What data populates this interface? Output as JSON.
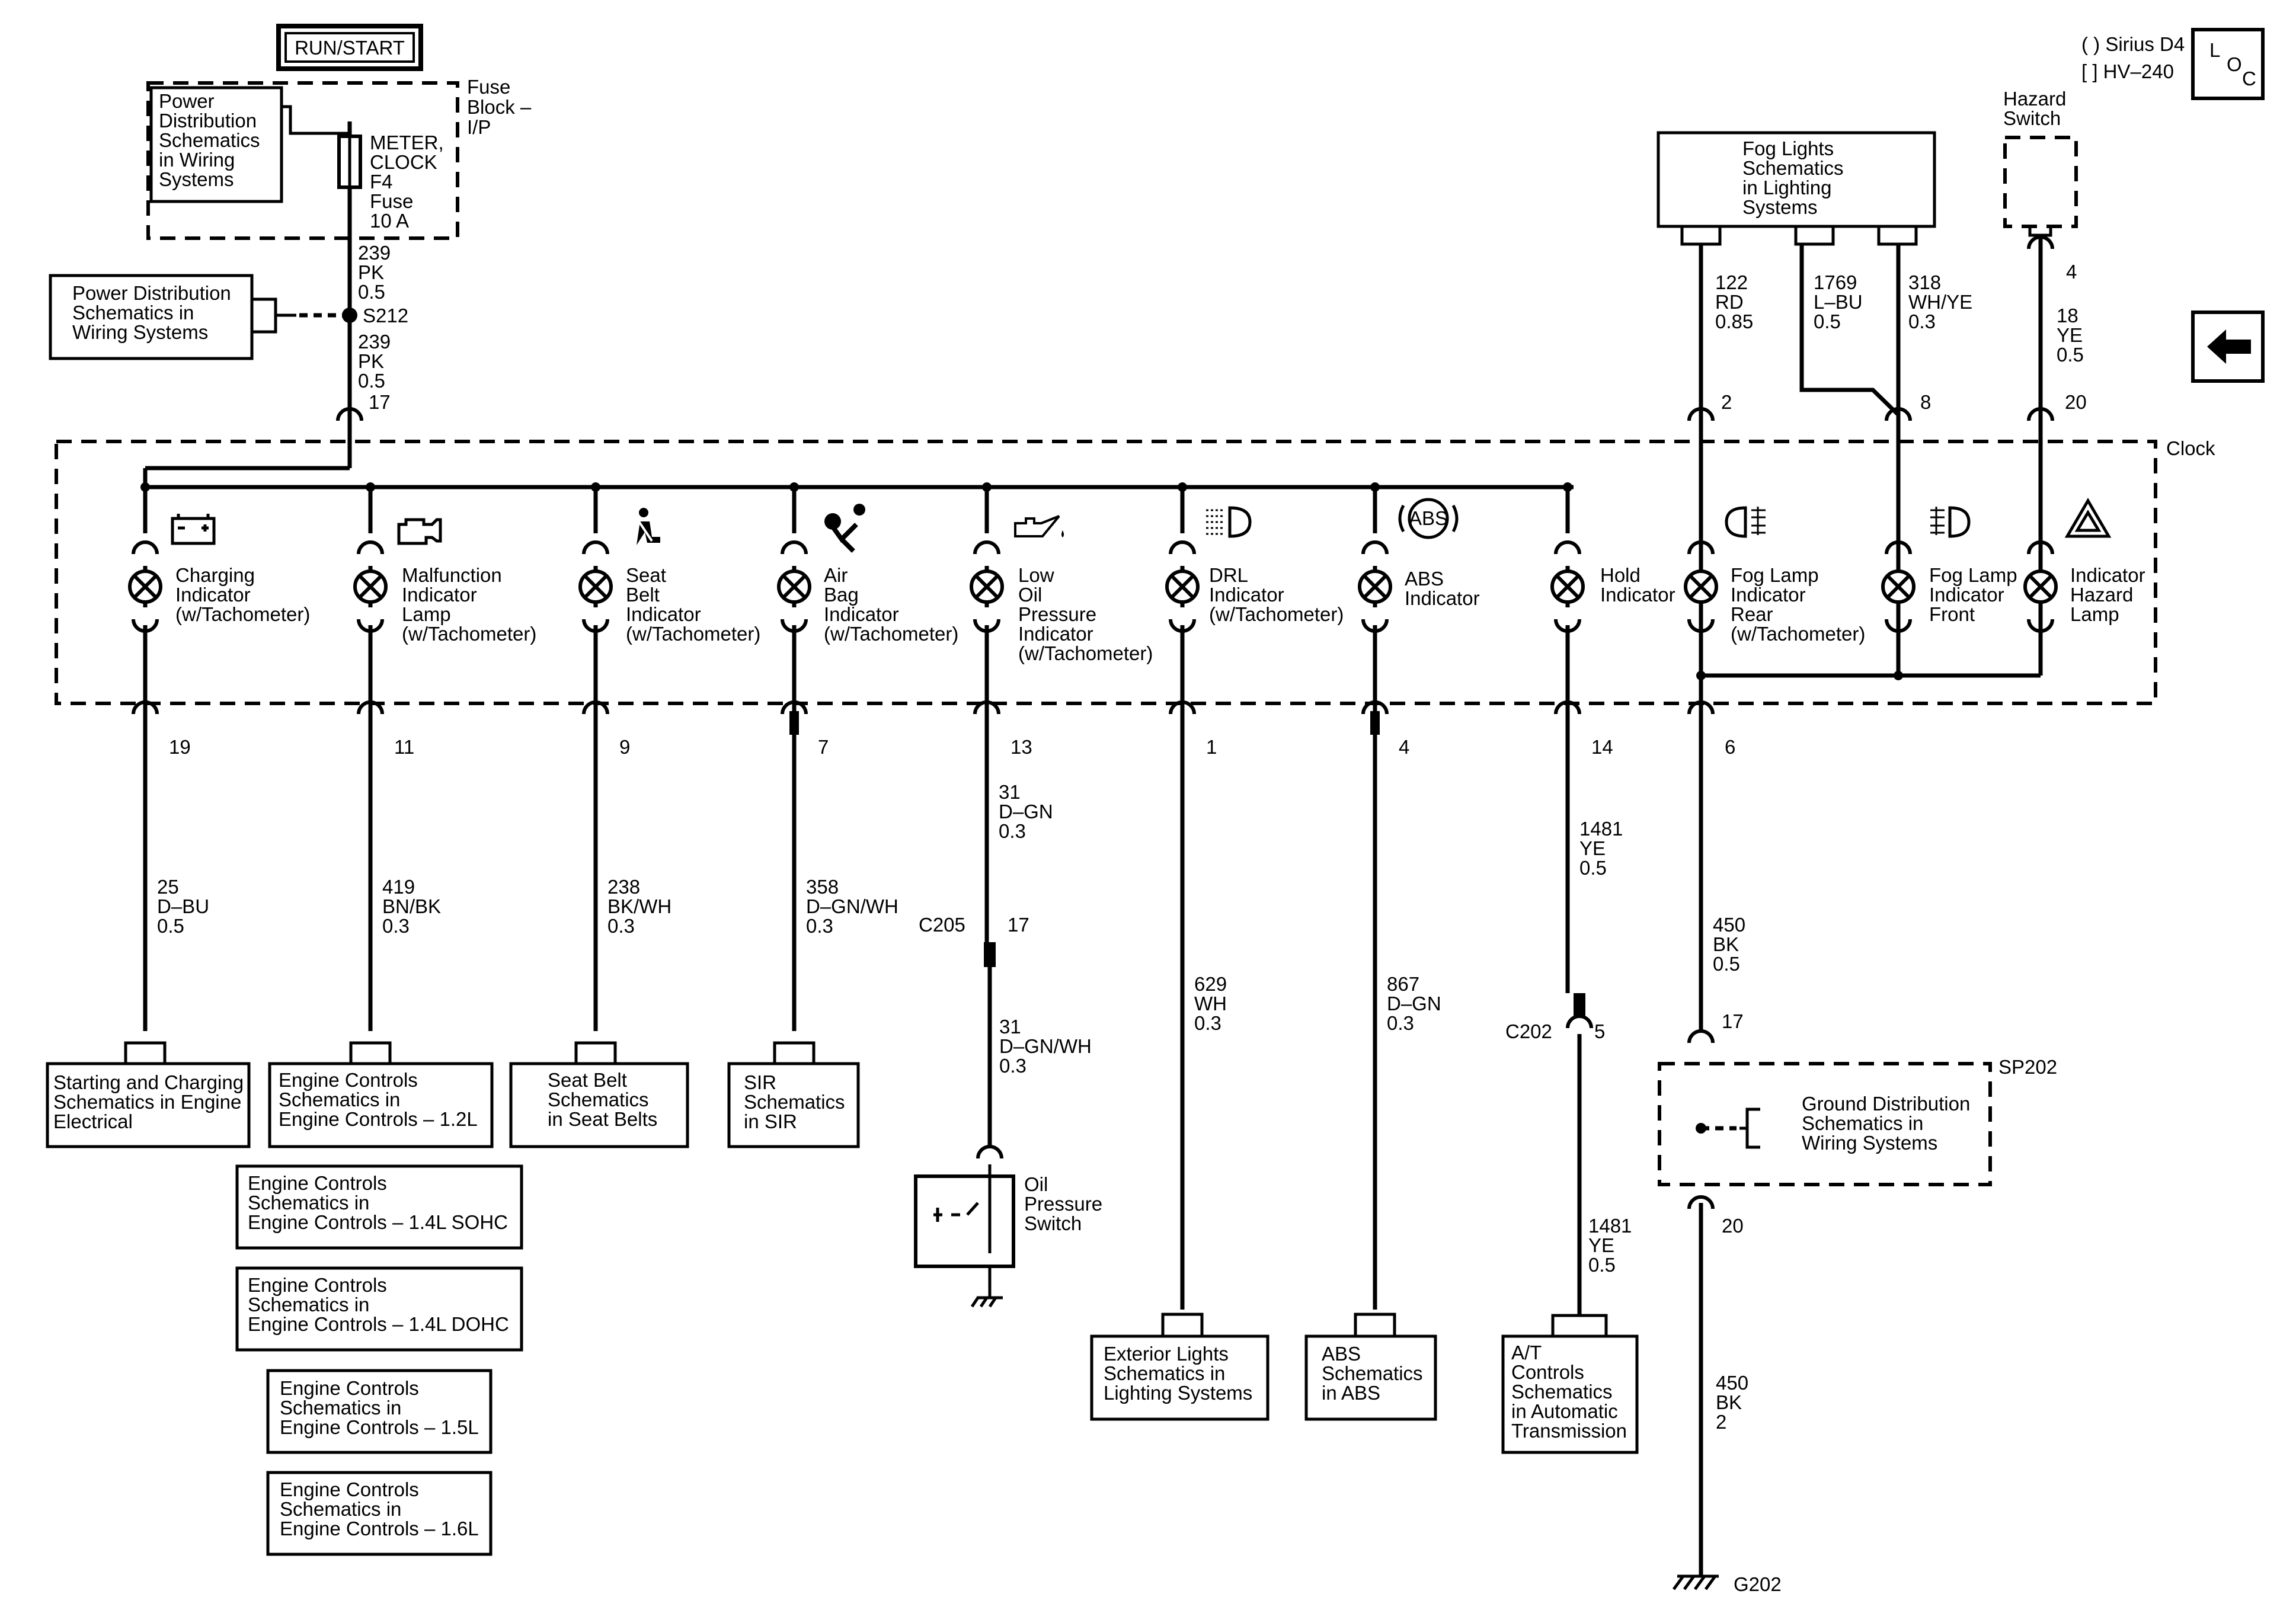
{
  "header": {
    "run_start": "RUN/START",
    "loc_lines": [
      "( ) Sirius D4",
      "[ ] HV–240"
    ],
    "loc_badge": [
      "L",
      "O",
      "C"
    ]
  },
  "fuse_block": {
    "title": [
      "Fuse",
      "Block –",
      "I/P"
    ],
    "ref": [
      "Power",
      "Distribution",
      "Schematics",
      "in Wiring",
      "Systems"
    ],
    "fuse": [
      "METER,",
      "CLOCK",
      "F4",
      "Fuse",
      "10 A"
    ]
  },
  "power_ref": [
    "Power Distribution",
    "Schematics in",
    "Wiring Systems"
  ],
  "wires": {
    "top": [
      "239",
      "PK",
      "0.5"
    ],
    "splice": "S212",
    "bottom": [
      "239",
      "PK",
      "0.5"
    ],
    "pin": "17"
  },
  "clock": {
    "label": "Clock"
  },
  "fog_ref": [
    "Fog Lights",
    "Schematics",
    "in Lighting",
    "Systems"
  ],
  "hazard_switch": [
    "Hazard",
    "Switch"
  ],
  "hazard_pin": "4",
  "top_right_wires": [
    {
      "pin": "2",
      "lines": [
        "122",
        "RD",
        "0.85"
      ]
    },
    {
      "pin": "8",
      "lines": [
        "1769",
        "L–BU",
        "0.5"
      ]
    },
    {
      "pin": "",
      "lines": [
        "318",
        "WH/YE",
        "0.3"
      ]
    },
    {
      "pin": "20",
      "lines": [
        "18",
        "YE",
        "0.5"
      ]
    }
  ],
  "indicators": [
    {
      "label": [
        "Charging",
        "Indicator",
        "(w/Tachometer)"
      ],
      "icon": "battery-icon",
      "pin": "19",
      "wire": [
        "25",
        "D–BU",
        "0.5"
      ]
    },
    {
      "label": [
        "Malfunction",
        "Indicator",
        "Lamp",
        "(w/Tachometer)"
      ],
      "icon": "engine-icon",
      "pin": "11",
      "wire": [
        "419",
        "BN/BK",
        "0.3"
      ]
    },
    {
      "label": [
        "Seat",
        "Belt",
        "Indicator",
        "(w/Tachometer)"
      ],
      "icon": "seat-belt-icon",
      "pin": "9",
      "wire": [
        "238",
        "BK/WH",
        "0.3"
      ]
    },
    {
      "label": [
        "Air",
        "Bag",
        "Indicator",
        "(w/Tachometer)"
      ],
      "icon": "airbag-icon",
      "pin": "7",
      "wire": [
        "358",
        "D–GN/WH",
        "0.3"
      ]
    },
    {
      "label": [
        "Low",
        "Oil",
        "Pressure",
        "Indicator",
        "(w/Tachometer)"
      ],
      "icon": "oil-can-icon",
      "pin": "13",
      "wire": [
        "31",
        "D–GN",
        "0.3"
      ]
    },
    {
      "label": [
        "DRL",
        "Indicator",
        "(w/Tachometer)"
      ],
      "icon": "drl-icon",
      "pin": "1",
      "wire": [
        "629",
        "WH",
        "0.3"
      ]
    },
    {
      "label": [
        "ABS",
        "Indicator"
      ],
      "icon": "abs-icon",
      "icon_text": "ABS",
      "pin": "4",
      "wire": [
        "867",
        "D–GN",
        "0.3"
      ]
    },
    {
      "label": [
        "Hold",
        "Indicator"
      ],
      "icon": "",
      "pin": "14",
      "wire": [
        "1481",
        "YE",
        "0.5"
      ]
    },
    {
      "label": [
        "Fog Lamp",
        "Indicator",
        "Rear",
        "(w/Tachometer)"
      ],
      "icon": "rear-fog-icon",
      "pin": "6",
      "wire": [
        "450",
        "BK",
        "0.5"
      ]
    },
    {
      "label": [
        "Fog Lamp",
        "Indicator",
        "Front"
      ],
      "icon": "front-fog-icon",
      "pin": "",
      "wire": []
    },
    {
      "label": [
        "Indicator",
        "Hazard",
        "Lamp"
      ],
      "icon": "hazard-icon",
      "pin": "",
      "wire": []
    }
  ],
  "references": {
    "starting": [
      "Starting and Charging",
      "Schematics in Engine",
      "Electrical"
    ],
    "engine_12": [
      "Engine Controls",
      "Schematics in",
      "Engine Controls – 1.2L"
    ],
    "engine_14s": [
      "Engine Controls",
      "Schematics in",
      "Engine Controls – 1.4L SOHC"
    ],
    "engine_14d": [
      "Engine Controls",
      "Schematics in",
      "Engine Controls – 1.4L DOHC"
    ],
    "engine_15": [
      "Engine Controls",
      "Schematics in",
      "Engine Controls – 1.5L"
    ],
    "engine_16": [
      "Engine Controls",
      "Schematics in",
      "Engine Controls – 1.6L"
    ],
    "seat_belt": [
      "Seat Belt",
      "Schematics",
      "in Seat Belts"
    ],
    "sir": [
      "SIR",
      "Schematics",
      "in SIR"
    ],
    "exterior": [
      "Exterior Lights",
      "Schematics in",
      "Lighting Systems"
    ],
    "abs": [
      "ABS",
      "Schematics",
      "in ABS"
    ],
    "at": [
      "A/T",
      "Controls",
      "Schematics",
      "in Automatic",
      "Transmission"
    ],
    "ground": [
      "Ground Distribution",
      "Schematics in",
      "Wiring Systems"
    ]
  },
  "connectors": {
    "c205": "C205",
    "c205_pin": "17",
    "c202": "C202",
    "c202_pin": "5",
    "sp202": "SP202",
    "sp_in_pin": "17",
    "sp_out_pin": "20",
    "g202": "G202"
  },
  "oil_wire": [
    "31",
    "D–GN/WH",
    "0.3"
  ],
  "oil_switch": [
    "Oil",
    "Pressure",
    "Switch"
  ],
  "hold_wire2": [
    "1481",
    "YE",
    "0.5"
  ],
  "ground_wire": [
    "450",
    "BK",
    "2"
  ]
}
